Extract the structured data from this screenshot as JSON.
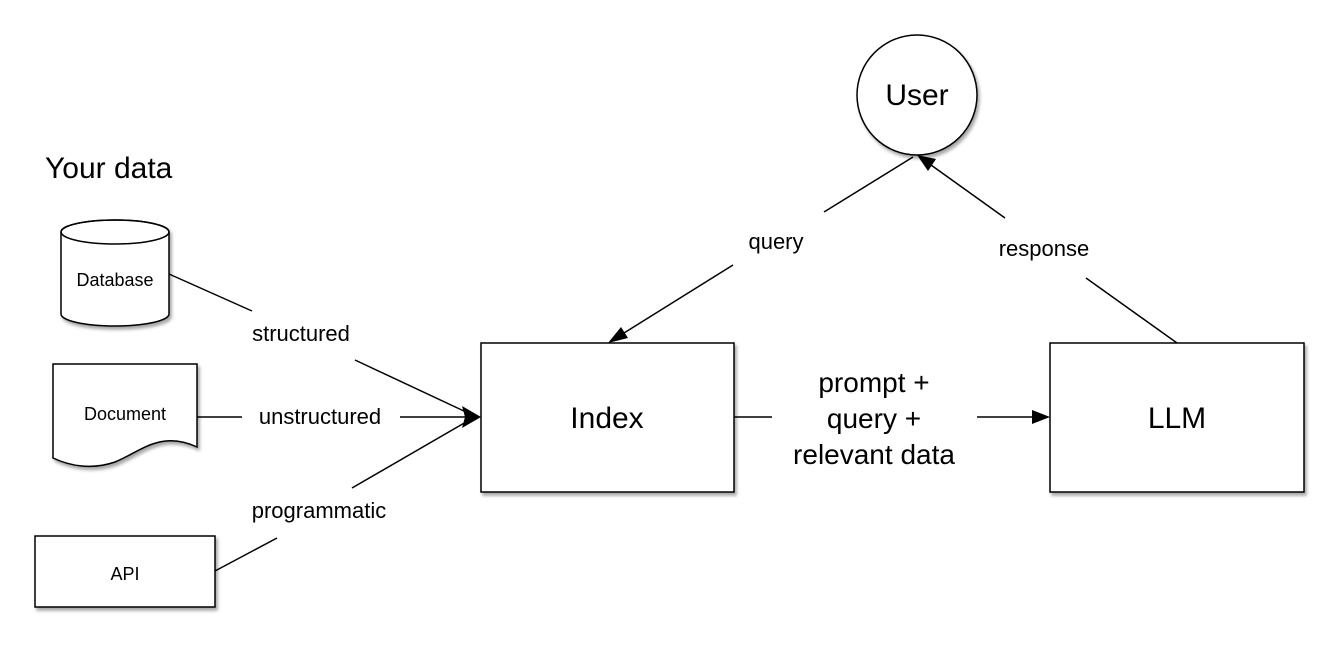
{
  "diagram": {
    "section_title": "Your data",
    "nodes": {
      "database": "Database",
      "document": "Document",
      "api": "API",
      "index": "Index",
      "llm": "LLM",
      "user": "User"
    },
    "edges": {
      "structured": "structured",
      "unstructured": "unstructured",
      "programmatic": "programmatic",
      "query": "query",
      "response": "response",
      "prompt_line1": "prompt +",
      "prompt_line2": "query +",
      "prompt_line3": "relevant data"
    }
  }
}
